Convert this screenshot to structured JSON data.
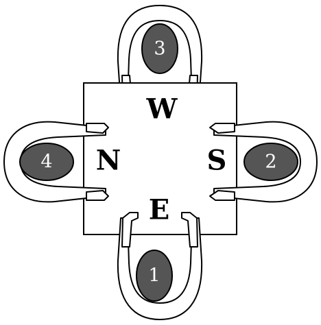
{
  "directions": {
    "north": "N",
    "east": "E",
    "south": "S",
    "west": "W"
  },
  "players": [
    {
      "seat": "1"
    },
    {
      "seat": "2"
    },
    {
      "seat": "3"
    },
    {
      "seat": "4"
    }
  ],
  "colors": {
    "head": "#555555",
    "line": "#000000",
    "background": "#ffffff"
  }
}
